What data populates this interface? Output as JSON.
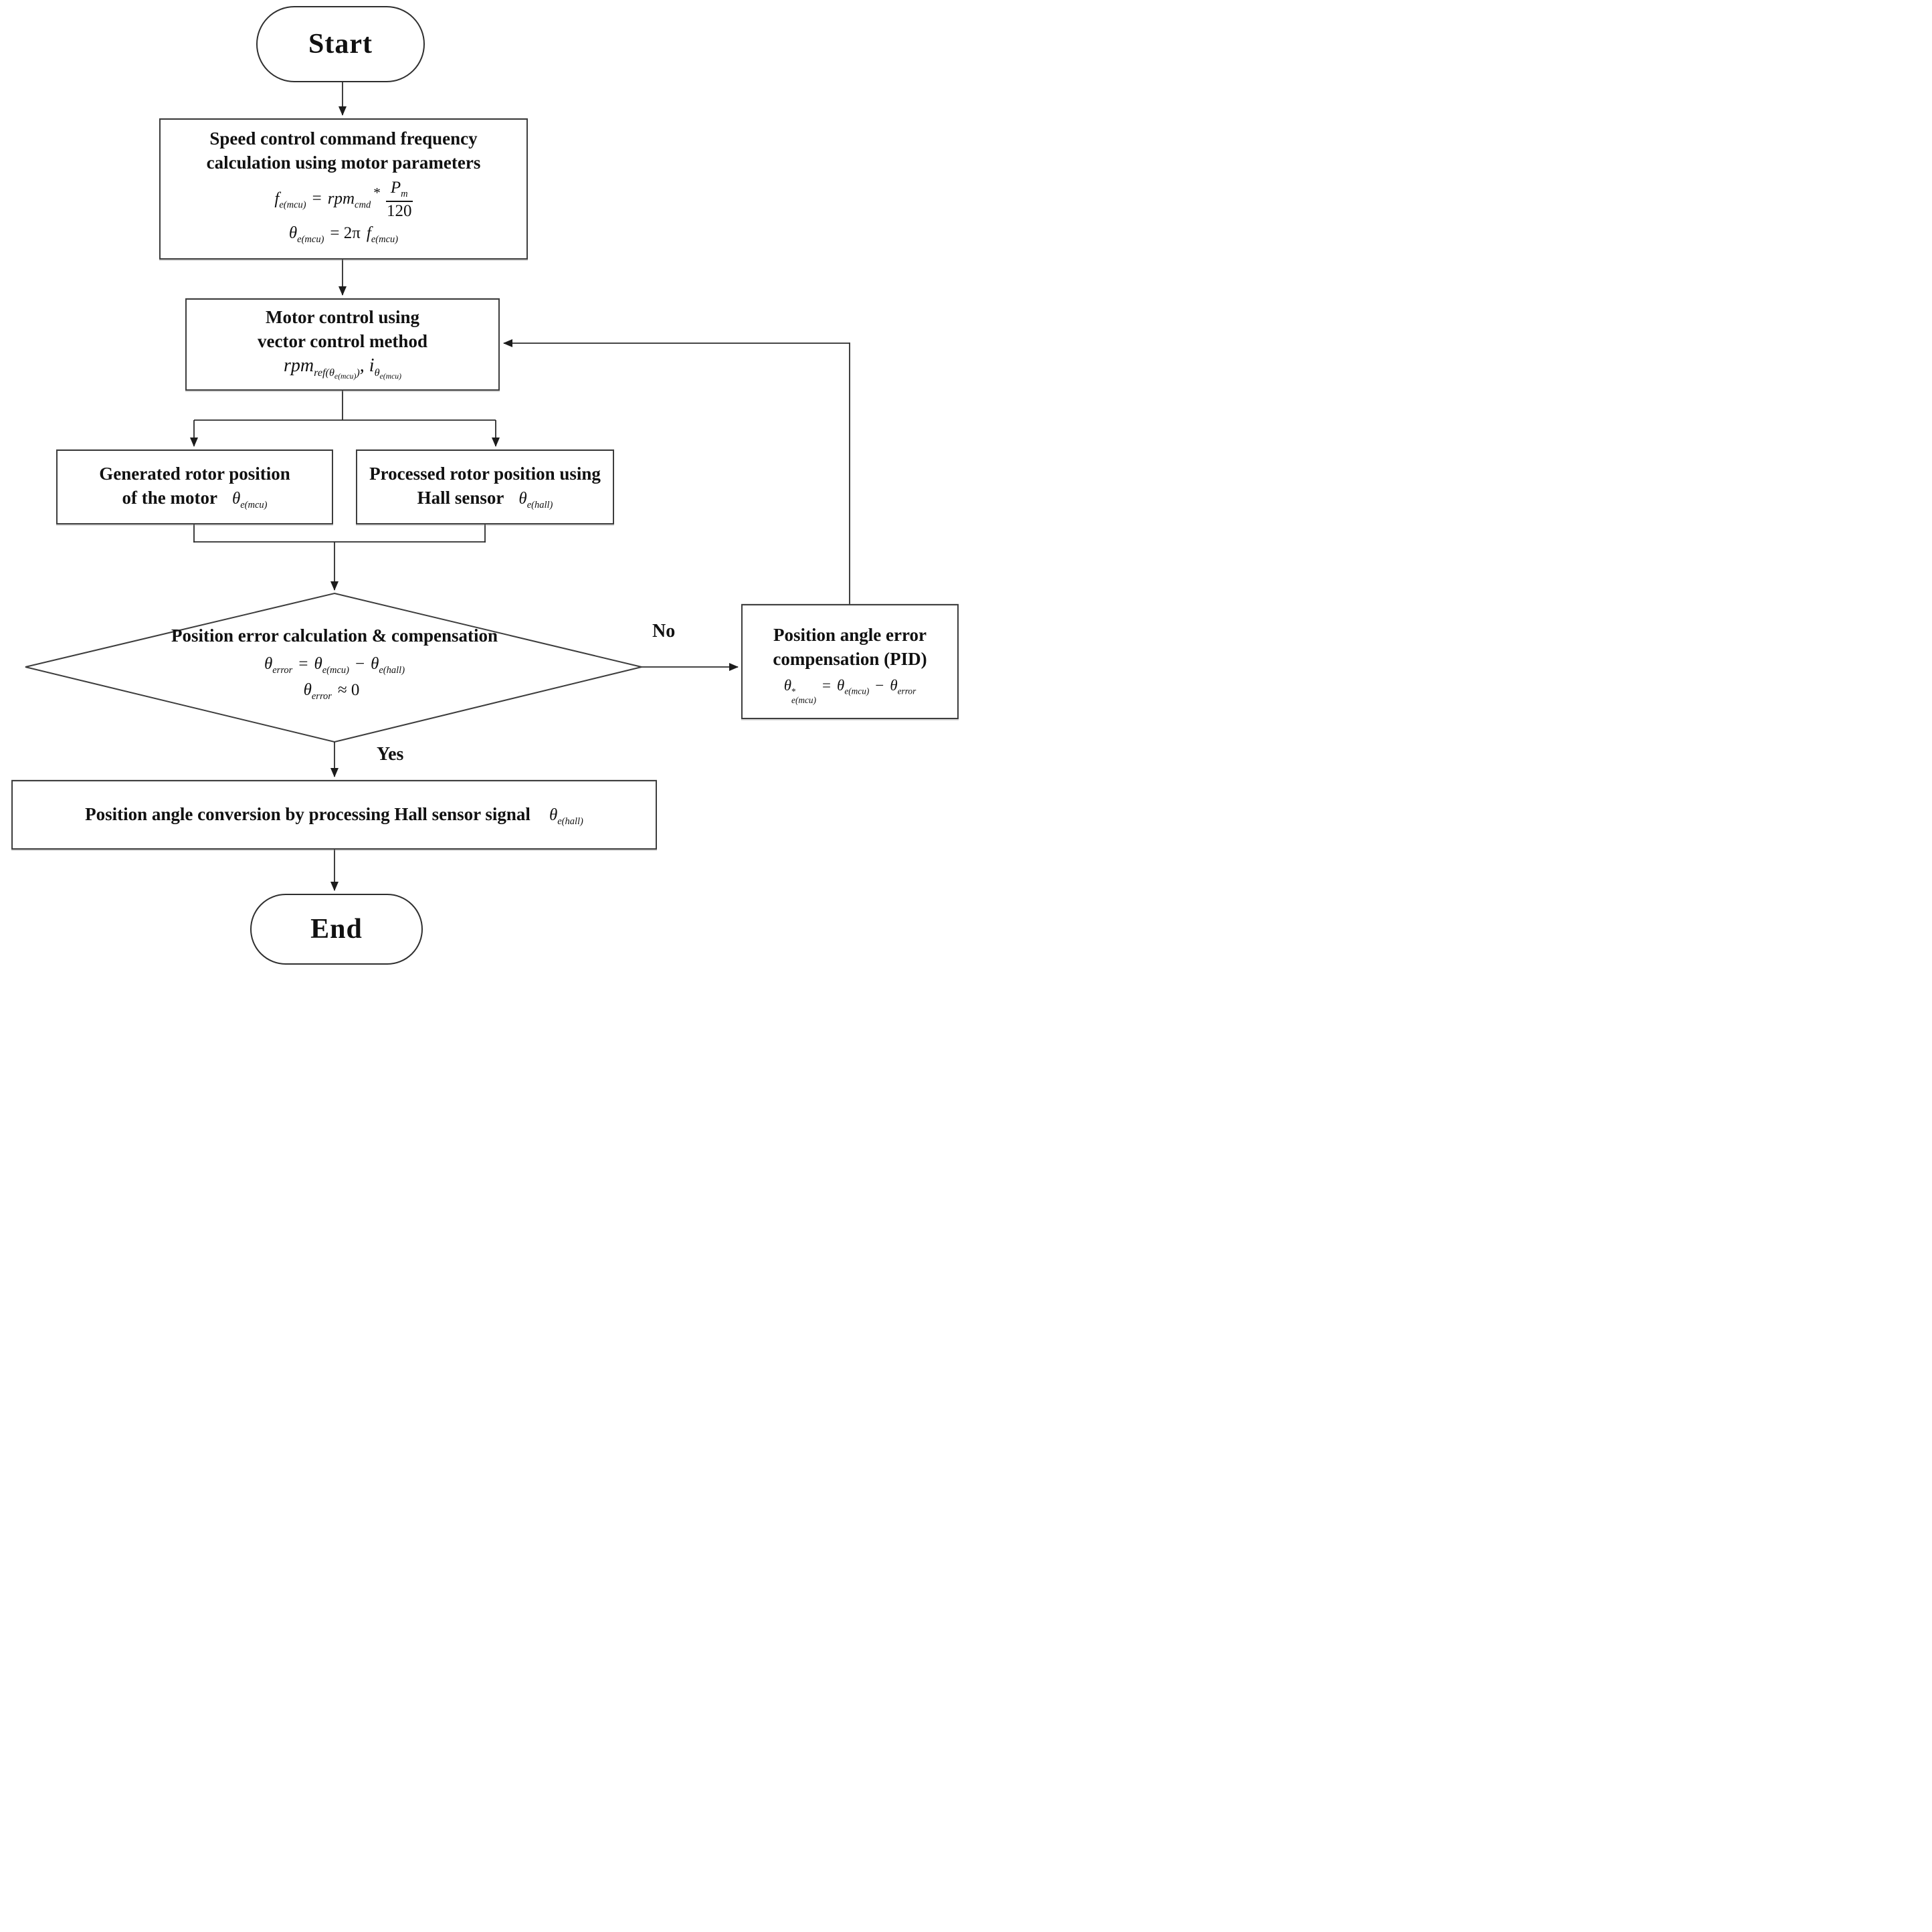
{
  "diagram": {
    "start_label": "Start",
    "end_label": "End",
    "yes_label": "Yes",
    "no_label": "No",
    "speed_box": {
      "line1": "Speed control command frequency",
      "line2": "calculation using motor parameters",
      "f1": {
        "lhs": "f",
        "lhs_sub": "e(mcu)",
        "eq": "=",
        "rhs": "rpm",
        "rhs_sub": "cmd",
        "op": "*",
        "num": "P",
        "num_sub": "m",
        "den": "120"
      },
      "f2": {
        "lhs": "θ",
        "lhs_sub": "e(mcu)",
        "eq": "= 2π",
        "rhs": "f",
        "rhs_sub": "e(mcu)"
      }
    },
    "motor_box": {
      "line1": "Motor control using",
      "line2": "vector control method",
      "f": {
        "rpm": "rpm",
        "sub1": "ref(θ",
        "sub1_inner": "e(mcu)",
        "sub1_close": ")",
        "mid": ", i",
        "sub2": "θ",
        "sub2_inner": "e(mcu)"
      }
    },
    "generated_box": {
      "line1": "Generated rotor position",
      "line2": "of the motor",
      "sym": "θ",
      "sym_sub": "e(mcu)"
    },
    "processed_box": {
      "line1": "Processed rotor position using",
      "line2": "Hall sensor",
      "sym": "θ",
      "sym_sub": "e(hall)"
    },
    "decision": {
      "title": "Position error calculation & compensation",
      "f1": {
        "a": "θ",
        "a_sub": "error",
        "eq": "=",
        "b": "θ",
        "b_sub": "e(mcu)",
        "minus": "−",
        "c": "θ",
        "c_sub": "e(hall)"
      },
      "f2": {
        "a": "θ",
        "a_sub": "error",
        "rest": "≈ 0"
      }
    },
    "pid_box": {
      "line1": "Position angle error",
      "line2": "compensation (PID)",
      "f": {
        "a": "θ",
        "a_sup": "*",
        "a_sub": "e(mcu)",
        "eq": "=",
        "b": "θ",
        "b_sub": "e(mcu)",
        "minus": "−",
        "c": "θ",
        "c_sub": "error"
      }
    },
    "conversion_box": {
      "text": "Position angle conversion by processing Hall sensor signal",
      "sym": "θ",
      "sym_sub": "e(hall)"
    }
  }
}
